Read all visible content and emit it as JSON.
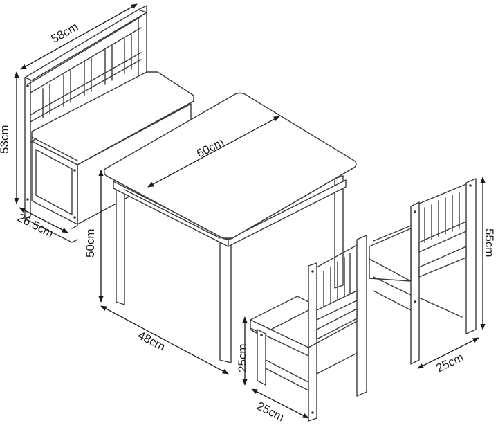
{
  "dimensions": {
    "bench_width": "58cm",
    "bench_height": "53cm",
    "bench_depth": "26.5cm",
    "table_length": "60cm",
    "table_height": "50cm",
    "table_width": "48cm",
    "chair_right_height": "55cm",
    "chair_right_width": "25cm",
    "chair_front_seat_height": "25cm",
    "chair_front_width": "25cm"
  },
  "colors": {
    "ink": "#3a3a3a",
    "background": "#ffffff",
    "label": "#1a1a1a"
  }
}
